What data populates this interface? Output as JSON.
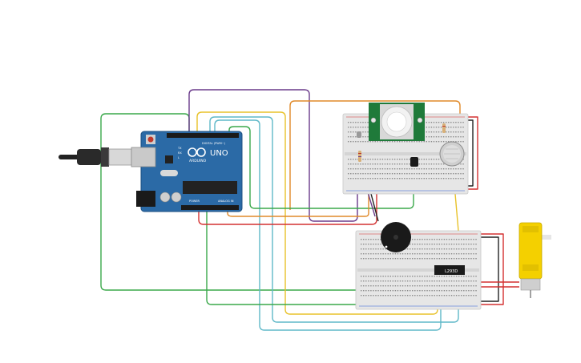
{
  "arduino": {
    "model_label": "UNO",
    "brand_label": "ARDUINO",
    "digital_header_label": "DIGITAL (PWM~)",
    "power_label": "POWER",
    "analog_label": "ANALOG IN",
    "tx_label": "TX",
    "rx_label": "RX",
    "l_label": "L",
    "board_color": "#2b6aa6"
  },
  "motor_driver": {
    "chip_label": "L293D"
  },
  "pir_sensor": {
    "board_color": "#1f7a3a"
  },
  "wire_colors": {
    "green": "#3aa84a",
    "purple": "#6a3a8a",
    "yellow": "#e8c22a",
    "orange": "#e08a2a",
    "cyan": "#5fb8c8",
    "red": "#d43030",
    "black": "#222222"
  }
}
